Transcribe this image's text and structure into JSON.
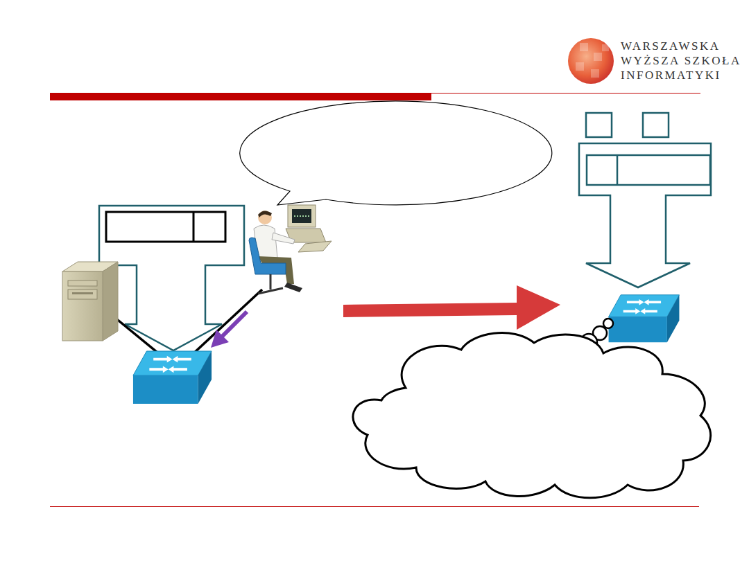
{
  "diagram": {
    "labels": [
      "WARSZAWSKA",
      "WYŻSZA SZKOŁA",
      "INFORMATYKI"
    ]
  }
}
